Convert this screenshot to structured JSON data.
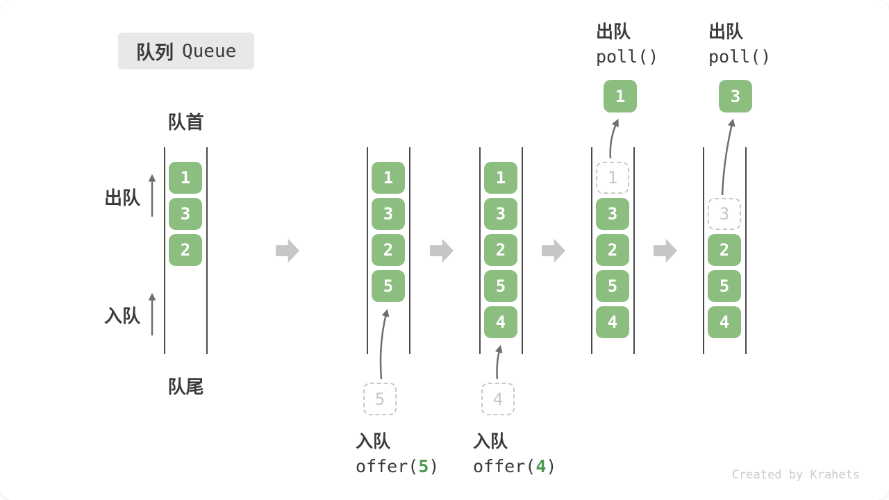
{
  "title": {
    "zh": "队列",
    "en": "Queue"
  },
  "side_labels": {
    "front": "队首",
    "rear": "队尾",
    "dequeue": "出队",
    "enqueue": "入队"
  },
  "columns": [
    {
      "cells": [
        {
          "value": "1"
        },
        {
          "value": "3"
        },
        {
          "value": "2"
        }
      ]
    },
    {
      "cells": [
        {
          "value": "1"
        },
        {
          "value": "3"
        },
        {
          "value": "2"
        },
        {
          "value": "5"
        }
      ]
    },
    {
      "cells": [
        {
          "value": "1"
        },
        {
          "value": "3"
        },
        {
          "value": "2"
        },
        {
          "value": "5"
        },
        {
          "value": "4"
        }
      ]
    },
    {
      "cells": [
        {
          "value": "1",
          "ghost": true
        },
        {
          "value": "3"
        },
        {
          "value": "2"
        },
        {
          "value": "5"
        },
        {
          "value": "4"
        }
      ]
    },
    {
      "cells": [
        {
          "value": "3",
          "ghost": true
        },
        {
          "value": "2"
        },
        {
          "value": "5"
        },
        {
          "value": "4"
        }
      ]
    }
  ],
  "enqueue_ops": [
    {
      "label_zh": "入队",
      "code_prefix": "offer(",
      "arg": "5",
      "code_suffix": ")",
      "ghost_value": "5"
    },
    {
      "label_zh": "入队",
      "code_prefix": "offer(",
      "arg": "4",
      "code_suffix": ")",
      "ghost_value": "4"
    }
  ],
  "dequeue_ops": [
    {
      "label_zh": "出队",
      "code": "poll()",
      "popped_value": "1"
    },
    {
      "label_zh": "出队",
      "code": "poll()",
      "popped_value": "3"
    }
  ],
  "watermark": "Created by Krahets",
  "colors": {
    "box_green": "#8cbe80",
    "accent_green": "#4c9b52",
    "ghost_gray": "#c8c8c8",
    "column_line": "#4b4b4b",
    "thin_arrow": "#6e6e6e",
    "block_arrow": "#c6c6c6",
    "text": "#3a3a3a",
    "title_bg": "#e8e8e8",
    "watermark": "#cbcbcb"
  }
}
